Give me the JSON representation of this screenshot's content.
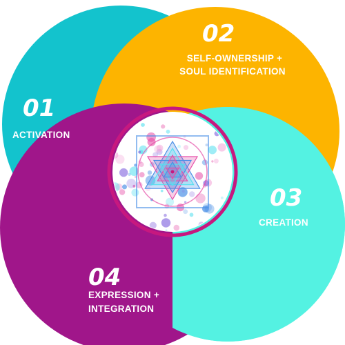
{
  "colors": {
    "teal": "#13c3cd",
    "orange": "#fdb400",
    "aqua": "#54f2e2",
    "magenta": "#a0168a",
    "ring": "#c7187f",
    "mandala_blue": "#4a8fe6",
    "mandala_pink": "#e64fa8",
    "mandala_cyan": "#56e0ef"
  },
  "center": {
    "icon": "sri-yantra-mandala"
  },
  "steps": [
    {
      "number": "01",
      "lines": [
        "ACTIVATION"
      ],
      "color_key": "teal"
    },
    {
      "number": "02",
      "lines": [
        "SELF-OWNERSHIP +",
        "SOUL IDENTIFICATION"
      ],
      "color_key": "orange"
    },
    {
      "number": "03",
      "lines": [
        "CREATION"
      ],
      "color_key": "aqua"
    },
    {
      "number": "04",
      "lines": [
        "EXPRESSION +",
        "INTEGRATION"
      ],
      "color_key": "magenta"
    }
  ]
}
